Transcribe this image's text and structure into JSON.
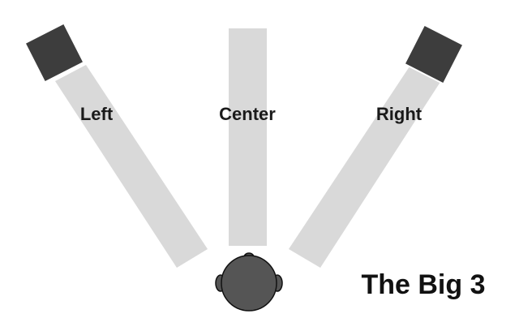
{
  "diagram": {
    "title": "The Big 3",
    "channels": [
      {
        "id": "left",
        "label": "Left"
      },
      {
        "id": "center",
        "label": "Center"
      },
      {
        "id": "right",
        "label": "Right"
      }
    ],
    "colors": {
      "beam": "#d9d9d9",
      "speaker": "#3d3d3d",
      "head": "#555555",
      "text": "#1a1a1a"
    }
  }
}
